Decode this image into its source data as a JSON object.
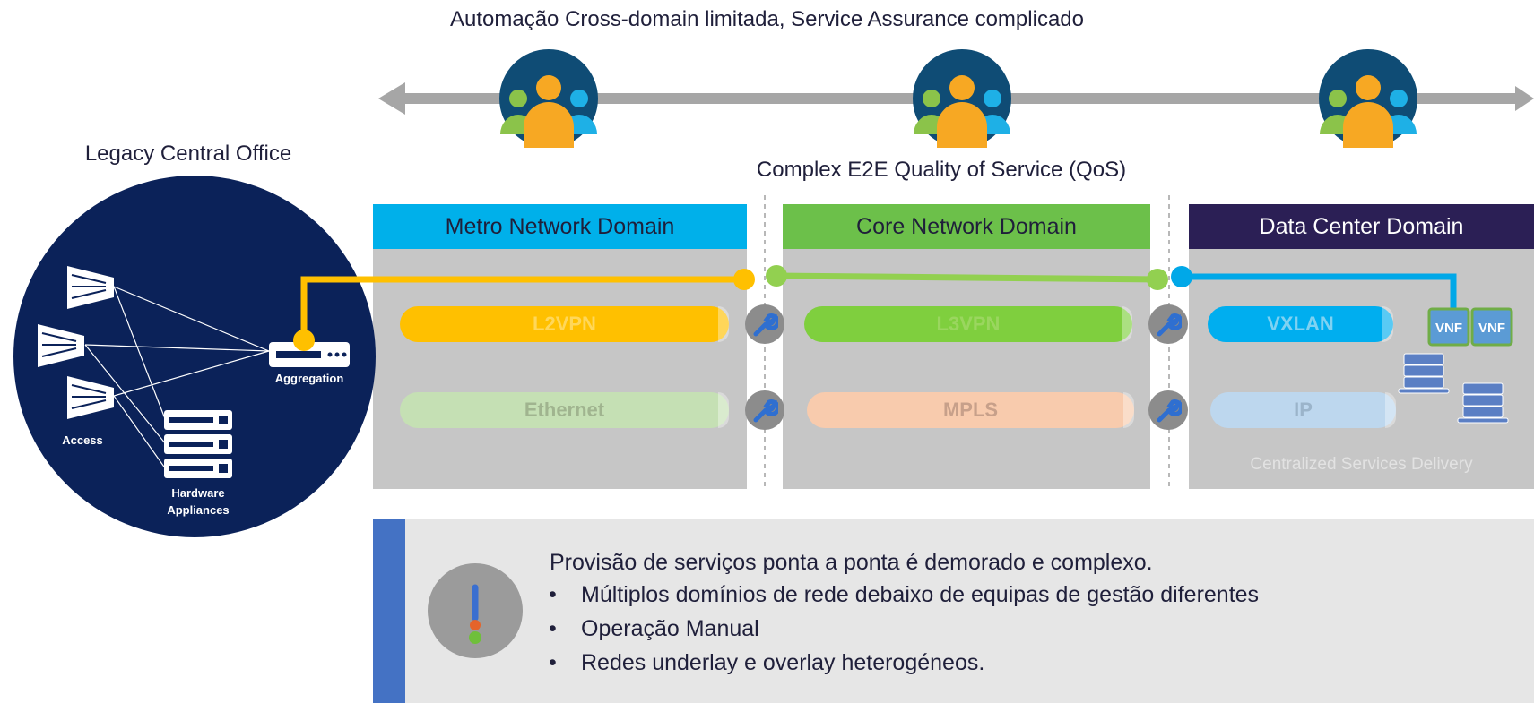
{
  "top_title": "Automação Cross-domain limitada, Service Assurance complicado",
  "qos_title": "Complex E2E Quality of Service (QoS)",
  "legacy": {
    "title": "Legacy Central Office",
    "labels": {
      "access": "Access",
      "aggregation": "Aggregation",
      "hardware_line1": "Hardware",
      "hardware_line2": "Appliances"
    }
  },
  "domains": {
    "metro": {
      "title": "Metro Network Domain",
      "overlay": "L2VPN",
      "underlay": "Ethernet"
    },
    "core": {
      "title": "Core Network Domain",
      "overlay": "L3VPN",
      "underlay": "MPLS"
    },
    "datacenter": {
      "title": "Data Center Domain",
      "overlay": "VXLAN",
      "underlay": "IP",
      "footer": "Centralized Services Delivery",
      "vnf_label": "VNF"
    }
  },
  "info": {
    "main": "Provisão de serviços ponta a ponta é demorado e complexo.",
    "bullets": [
      "Múltiplos domínios de rede debaixo de equipas de gestão diferentes",
      "Operação Manual",
      "Redes underlay e overlay heterogéneos."
    ],
    "bullet_marker": "•"
  },
  "colors": {
    "metro": "#00b0ea",
    "core": "#6cc04a",
    "datacenter": "#2b1f55",
    "yellow_path": "#ffc000",
    "green_path": "#92d050",
    "blue_path": "#00a8e8",
    "legacy_circle": "#0b2259",
    "info_accent": "#4472c4"
  },
  "icons": [
    "team-icon",
    "wrench-icon",
    "alert-icon",
    "server-icon",
    "router-icon",
    "switch-icon"
  ]
}
